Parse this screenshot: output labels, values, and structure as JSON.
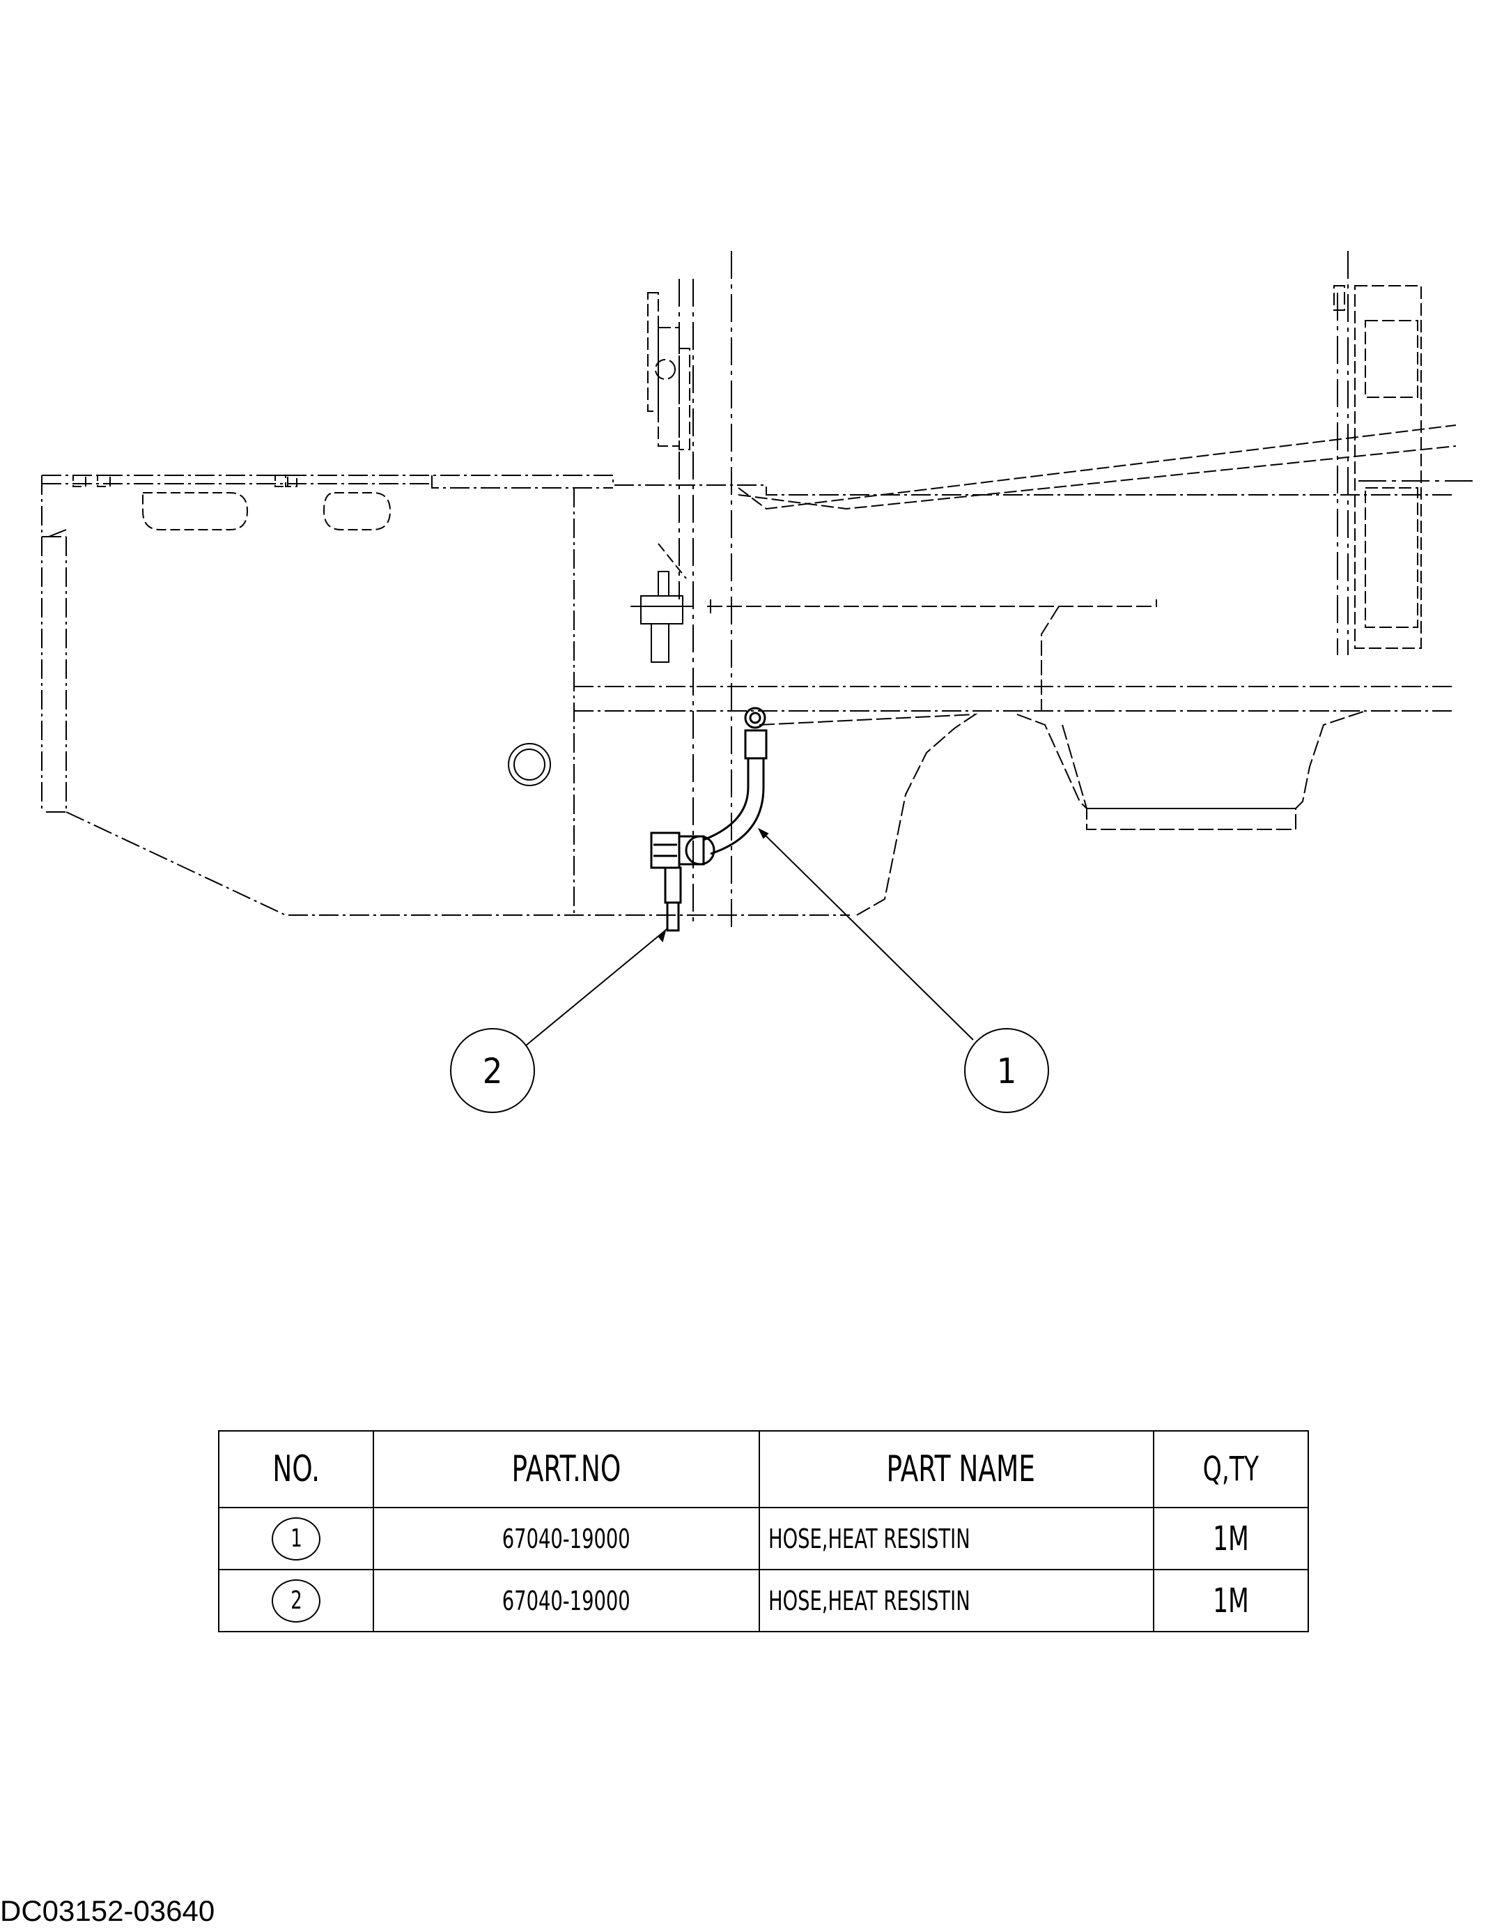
{
  "callouts": [
    {
      "number": "1"
    },
    {
      "number": "2"
    }
  ],
  "table": {
    "headers": {
      "no": "NO.",
      "part_no": "PART.NO",
      "part_name": "PART NAME",
      "qty": "Q,TY"
    },
    "rows": [
      {
        "no": "1",
        "part_no": "67040-19000",
        "part_name": "HOSE,HEAT RESISTIN",
        "qty": "1M"
      },
      {
        "no": "2",
        "part_no": "67040-19000",
        "part_name": "HOSE,HEAT RESISTIN",
        "qty": "1M"
      }
    ]
  },
  "document_code": "DC03152-03640"
}
